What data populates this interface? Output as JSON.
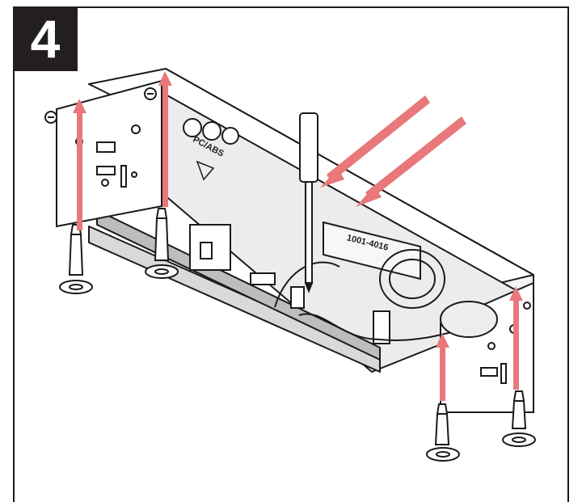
{
  "step": {
    "number": "4",
    "badge_color": "#231f20"
  },
  "labels": {
    "housing_code": "1001-4016",
    "material_mark": "PC/ABS"
  },
  "colors": {
    "arrow": "#e8787a",
    "outline": "#1a1a1a",
    "panel": "#ffffff",
    "shade": "#d9d9d9"
  },
  "icons": [
    "screw-icon",
    "arrow-up-icon",
    "arrow-diagonal-icon",
    "screwdriver-icon",
    "recycle-icon"
  ]
}
